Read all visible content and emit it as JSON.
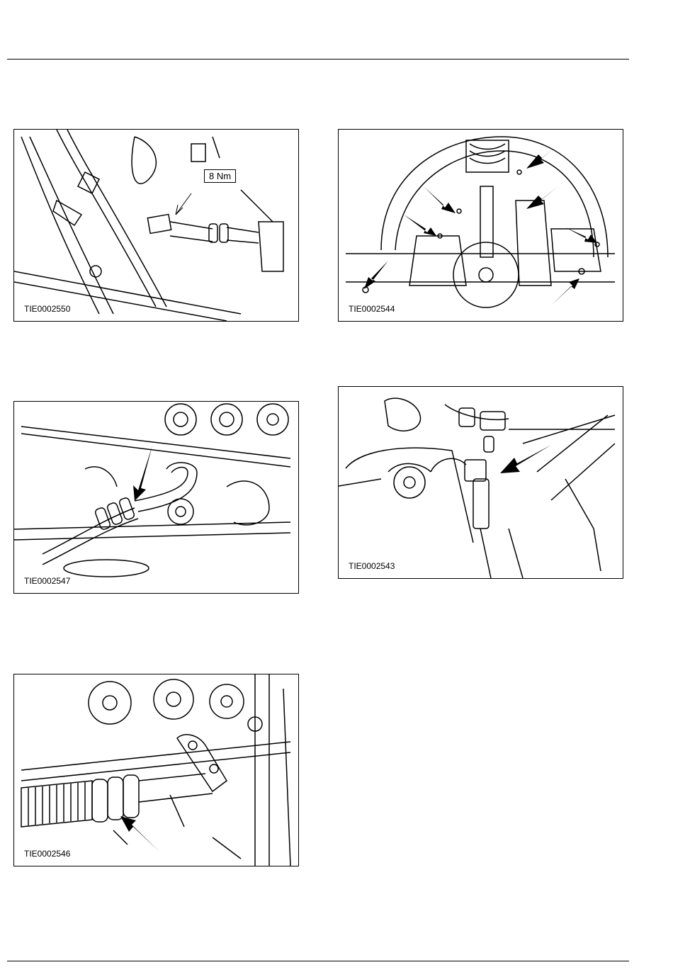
{
  "figures": [
    {
      "id": "TIE0002550",
      "torque_label": "8 Nm"
    },
    {
      "id": "TIE0002544"
    },
    {
      "id": "TIE0002547"
    },
    {
      "id": "TIE0002543"
    },
    {
      "id": "TIE0002546"
    }
  ],
  "colors": {
    "line": "#000000",
    "background": "#ffffff"
  },
  "icons": [
    "arrow-icon"
  ]
}
